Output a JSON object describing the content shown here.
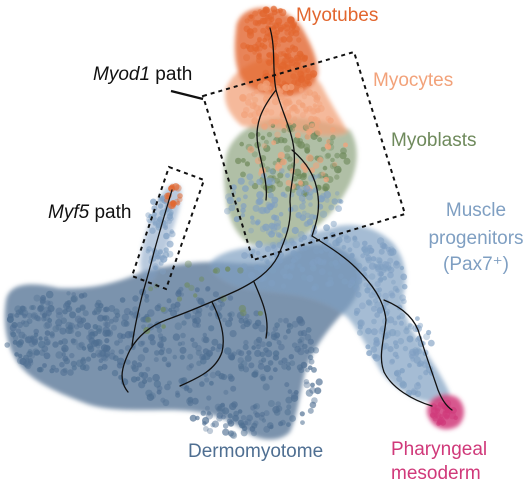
{
  "colors": {
    "myotubes": "#e2662e",
    "myocytes": "#f2a27a",
    "myoblasts": "#6f8a5c",
    "progenitors": "#7f9fc2",
    "dermomyotome": "#4f6f92",
    "pharyngeal": "#d0397a",
    "trajectory": "#111111"
  },
  "labels": {
    "myotubes": "Myotubes",
    "myocytes": "Myocytes",
    "myoblasts": "Myoblasts",
    "progenitors_line1": "Muscle",
    "progenitors_line2": "progenitors",
    "progenitors_line3": "(Pax7⁺)",
    "dermomyotome": "Dermomyotome",
    "pharyngeal_line1": "Pharyngeal",
    "pharyngeal_line2": "mesoderm"
  },
  "paths": {
    "myod1_gene": "Myod1",
    "myod1_suffix": " path",
    "myf5_gene": "Myf5",
    "myf5_suffix": " path"
  }
}
